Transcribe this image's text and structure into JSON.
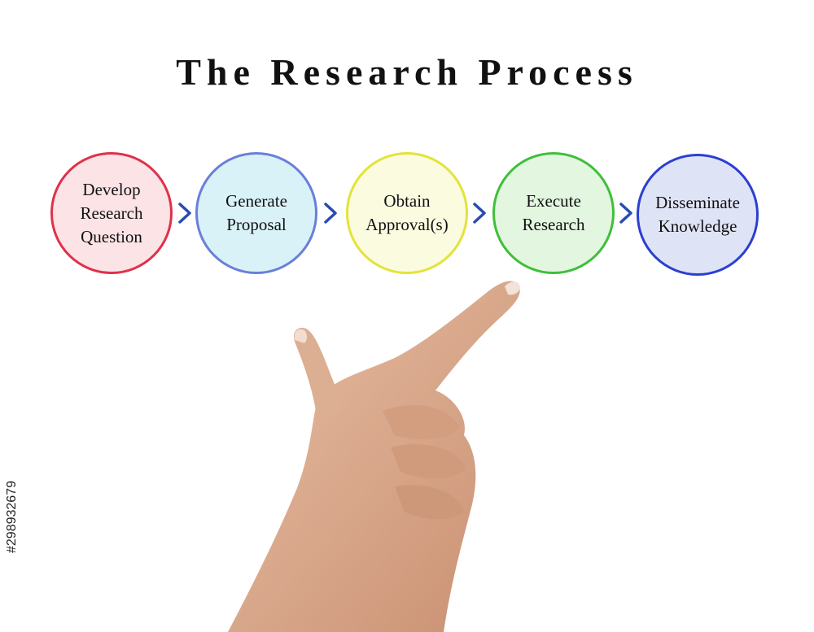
{
  "title": "The Research Process",
  "steps": [
    {
      "label": "Develop\nResearch\nQuestion",
      "border": "#e0314a",
      "fill": "#fbe3e6"
    },
    {
      "label": "Generate\nProposal",
      "border": "#6a7fd8",
      "fill": "#d9f2f8"
    },
    {
      "label": "Obtain\nApproval(s)",
      "border": "#e3e33a",
      "fill": "#fbfbe0"
    },
    {
      "label": "Execute\nResearch",
      "border": "#3fbf3a",
      "fill": "#e2f6e0"
    },
    {
      "label": "Disseminate\nKnowledge",
      "border": "#2c3fd0",
      "fill": "#dfe3f6"
    }
  ],
  "arrow_color": "#2a4bb0",
  "watermark_id": "#298932679"
}
